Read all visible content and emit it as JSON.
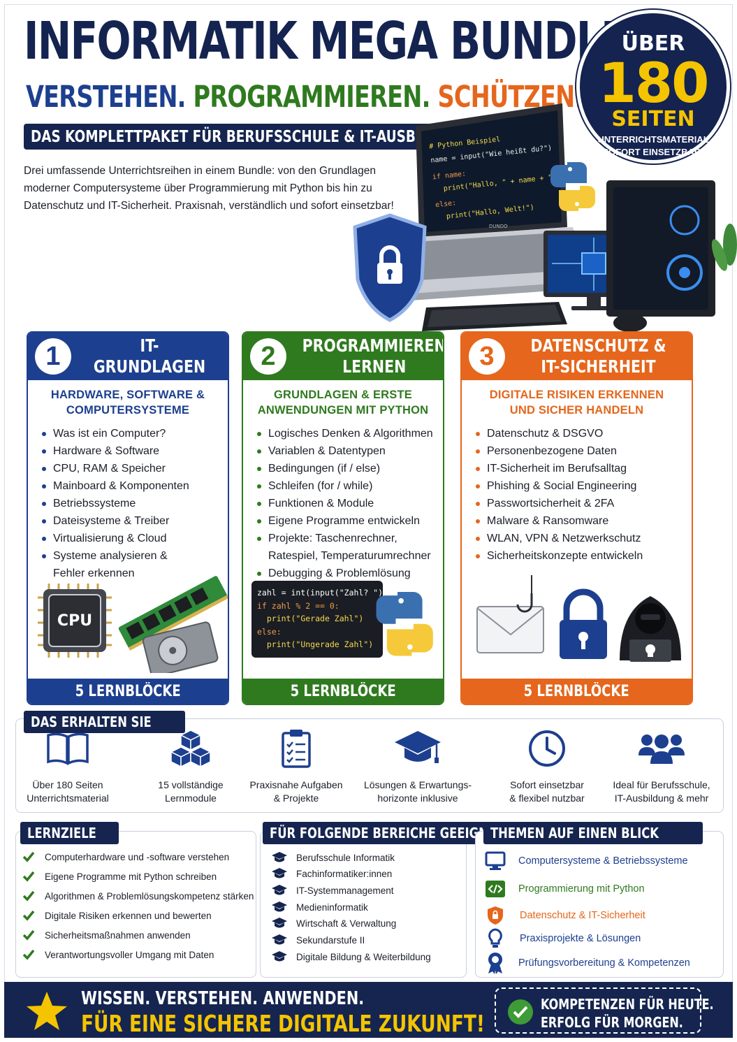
{
  "header": {
    "title": "INFORMATIK MEGA BUNDLE",
    "tagline": [
      "VERSTEHEN.",
      "PROGRAMMIEREN.",
      "SCHÜTZEN."
    ],
    "subtitle": "DAS KOMPLETTPAKET FÜR BERUFSSCHULE & IT-AUSBILDUNG",
    "intro": "Drei umfassende Unterrichtsreihen in einem Bundle: von den Grundlagen moderner Computersysteme über Programmierung mit Python bis hin zu Datenschutz und IT-Sicherheit. Praxisnah, verständlich und sofort einsetzbar!"
  },
  "badge": {
    "line1": "ÜBER",
    "number": "180",
    "line3": "SEITEN",
    "line4": "UNTERRICHTSMATERIAL",
    "line5": "SOFORT EINSETZBAR!"
  },
  "hero": {
    "code": [
      "# Python Beispiel",
      "name = input(\"Wie heißt du?\")",
      "if name:",
      "print(\"Hallo, \" + name + \"!\")",
      "else:",
      "print(\"Hallo, Welt!\")"
    ],
    "laptop_brand": "DUNDO"
  },
  "columns": [
    {
      "number": "1",
      "title": [
        "IT-GRUNDLAGEN"
      ],
      "subtitle": [
        "HARDWARE, SOFTWARE &",
        "COMPUTERSYSTEME"
      ],
      "items": [
        "Was ist ein Computer?",
        "Hardware & Software",
        "CPU, RAM & Speicher",
        "Mainboard & Komponenten",
        "Betriebssysteme",
        "Dateisysteme & Treiber",
        "Virtualisierung & Cloud",
        "Systeme analysieren & Fehler erkennen"
      ],
      "cpu_label": "CPU",
      "footer": "5 LERNBLÖCKE"
    },
    {
      "number": "2",
      "title": [
        "PROGRAMMIEREN",
        "LERNEN"
      ],
      "subtitle": [
        "GRUNDLAGEN & ERSTE",
        "ANWENDUNGEN MIT PYTHON"
      ],
      "items": [
        "Logisches Denken & Algorithmen",
        "Variablen & Datentypen",
        "Bedingungen (if / else)",
        "Schleifen (for / while)",
        "Funktionen & Module",
        "Eigene Programme entwickeln",
        "Projekte: Taschenrechner, Ratespiel, Temperaturumrechner",
        "Debugging & Problemlösung"
      ],
      "code": [
        "zahl = int(input(\"Zahl? \"))",
        "if zahl % 2 == 0:",
        "print(\"Gerade Zahl\")",
        "else:",
        "print(\"Ungerade Zahl\")"
      ],
      "footer": "5 LERNBLÖCKE"
    },
    {
      "number": "3",
      "title": [
        "DATENSCHUTZ &",
        "IT-SICHERHEIT"
      ],
      "subtitle": [
        "DIGITALE RISIKEN ERKENNEN",
        "UND SICHER HANDELN"
      ],
      "items": [
        "Datenschutz & DSGVO",
        "Personenbezogene Daten",
        "IT-Sicherheit im Berufsalltag",
        "Phishing & Social Engineering",
        "Passwortsicherheit & 2FA",
        "Malware & Ransomware",
        "WLAN, VPN & Netzwerkschutz",
        "Sicherheitskonzepte entwickeln"
      ],
      "footer": "5 LERNBLÖCKE"
    }
  ],
  "benefits": {
    "title": "DAS ERHALTEN SIE",
    "items": [
      {
        "icon": "book-icon",
        "line1": "Über 180 Seiten",
        "line2": "Unterrichtsmaterial"
      },
      {
        "icon": "cubes-icon",
        "line1": "15 vollständige",
        "line2": "Lernmodule"
      },
      {
        "icon": "clipboard-icon",
        "line1": "Praxisnahe Aufgaben",
        "line2": "& Projekte"
      },
      {
        "icon": "graduation-cap-icon",
        "line1": "Lösungen & Erwartungs-",
        "line2": "horizonte inklusive"
      },
      {
        "icon": "clock-icon",
        "line1": "Sofort einsetzbar",
        "line2": "& flexibel nutzbar"
      },
      {
        "icon": "users-icon",
        "line1": "Ideal für Berufsschule,",
        "line2": "IT-Ausbildung & mehr"
      }
    ]
  },
  "lernziele": {
    "title": "LERNZIELE",
    "items": [
      "Computerhardware und -software verstehen",
      "Eigene Programme mit Python schreiben",
      "Algorithmen & Problemlösungskompetenz stärken",
      "Digitale Risiken erkennen und bewerten",
      "Sicherheitsmaßnahmen anwenden",
      "Verantwortungsvoller Umgang mit Daten"
    ]
  },
  "bereiche": {
    "title": "FÜR FOLGENDE BEREICHE GEEIGNET",
    "items": [
      "Berufsschule Informatik",
      "Fachinformatiker:innen",
      "IT-Systemmanagement",
      "Medieninformatik",
      "Wirtschaft & Verwaltung",
      "Sekundarstufe II",
      "Digitale Bildung & Weiterbildung"
    ]
  },
  "themen": {
    "title": "THEMEN AUF EINEN BLICK",
    "items": [
      {
        "icon": "monitor-icon",
        "label": "Computersysteme & Betriebssysteme",
        "color": "#1d3f8f"
      },
      {
        "icon": "code-icon",
        "label": "Programmierung mit Python",
        "color": "#2f7a1f"
      },
      {
        "icon": "shield-icon",
        "label": "Datenschutz & IT-Sicherheit",
        "color": "#e5661c"
      },
      {
        "icon": "lightbulb-icon",
        "label": "Praxisprojekte & Lösungen",
        "color": "#1d3f8f"
      },
      {
        "icon": "award-icon",
        "label": "Prüfungsvorbereitung & Kompetenzen",
        "color": "#1d3f8f"
      }
    ]
  },
  "footer": {
    "line1": "WISSEN. VERSTEHEN. ANWENDEN.",
    "line2": "FÜR EINE SICHERE DIGITALE ZUKUNFT!",
    "right1": "KOMPETENZEN FÜR HEUTE.",
    "right2": "ERFOLG FÜR MORGEN."
  },
  "colors": {
    "navy": "#15254f",
    "blue": "#1d3f8f",
    "green": "#2f7a1f",
    "orange": "#e5661c",
    "yellow": "#f5c400"
  }
}
